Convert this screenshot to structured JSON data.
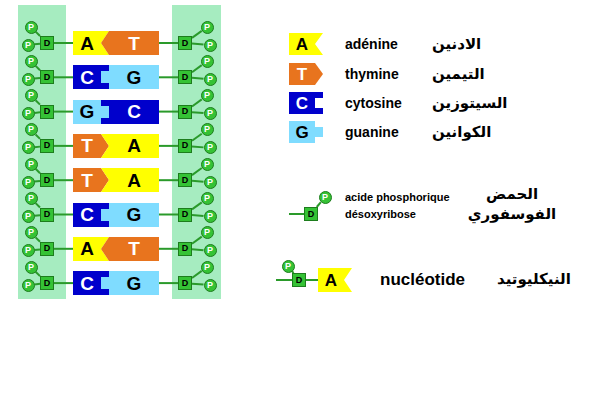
{
  "diagram": {
    "nodes": [
      {
        "text": [
          "P"
        ]
      },
      {
        "text": [
          "P"
        ]
      },
      {
        "text": [
          "D"
        ]
      },
      {
        "text": [
          "A"
        ]
      },
      {
        "text": [
          "T"
        ]
      },
      {
        "text": [
          "D"
        ]
      },
      {
        "text": [
          "P"
        ]
      },
      {
        "text": [
          "P"
        ]
      },
      {
        "text": [
          "P"
        ]
      },
      {
        "text": [
          "P"
        ]
      },
      {
        "text": [
          "D"
        ]
      },
      {
        "text": [
          "C"
        ]
      },
      {
        "text": [
          "G"
        ]
      },
      {
        "text": [
          "D"
        ]
      },
      {
        "text": [
          "P"
        ]
      },
      {
        "text": [
          "P"
        ]
      },
      {
        "text": [
          "P"
        ]
      },
      {
        "text": [
          "P"
        ]
      },
      {
        "text": [
          "D"
        ]
      },
      {
        "text": [
          "G"
        ]
      },
      {
        "text": [
          "C"
        ]
      },
      {
        "text": [
          "D"
        ]
      },
      {
        "text": [
          "P"
        ]
      },
      {
        "text": [
          "P"
        ]
      },
      {
        "text": [
          "P"
        ]
      },
      {
        "text": [
          "P"
        ]
      },
      {
        "text": [
          "D"
        ]
      },
      {
        "text": [
          "T"
        ]
      },
      {
        "text": [
          "A"
        ]
      },
      {
        "text": [
          "D"
        ]
      },
      {
        "text": [
          "P"
        ]
      },
      {
        "text": [
          "P"
        ]
      },
      {
        "text": [
          "P"
        ]
      },
      {
        "text": [
          "P"
        ]
      },
      {
        "text": [
          "D"
        ]
      },
      {
        "text": [
          "T"
        ]
      },
      {
        "text": [
          "A"
        ]
      },
      {
        "text": [
          "D"
        ]
      },
      {
        "text": [
          "P"
        ]
      },
      {
        "text": [
          "P"
        ]
      },
      {
        "text": [
          "P"
        ]
      },
      {
        "text": [
          "P"
        ]
      },
      {
        "text": [
          "D"
        ]
      },
      {
        "text": [
          "C"
        ]
      },
      {
        "text": [
          "G"
        ]
      },
      {
        "text": [
          "D"
        ]
      },
      {
        "text": [
          "P"
        ]
      },
      {
        "text": [
          "P"
        ]
      },
      {
        "text": [
          "P"
        ]
      },
      {
        "text": [
          "P"
        ]
      },
      {
        "text": [
          "D"
        ]
      },
      {
        "text": [
          "A"
        ]
      },
      {
        "text": [
          "T"
        ]
      },
      {
        "text": [
          "D"
        ]
      },
      {
        "text": [
          "P"
        ]
      },
      {
        "text": [
          "P"
        ]
      },
      {
        "text": [
          "P"
        ]
      },
      {
        "text": [
          "P"
        ]
      },
      {
        "text": [
          "D"
        ]
      },
      {
        "text": [
          "C"
        ]
      },
      {
        "text": [
          "G"
        ]
      },
      {
        "text": [
          "D"
        ]
      },
      {
        "text": [
          "P"
        ]
      },
      {
        "text": [
          "P"
        ]
      },
      {
        "text": [
          "A",
          "adénine",
          "الادنين"
        ]
      },
      {
        "text": [
          "T",
          "thymine",
          "التيمين"
        ]
      },
      {
        "text": [
          "C",
          "cytosine",
          "السيتوزين"
        ]
      },
      {
        "text": [
          "G",
          "guanine",
          "الكوانين"
        ]
      },
      {
        "text": [
          "P",
          "acide phosphorique"
        ]
      },
      {
        "text": [
          "D",
          "désoxyribose"
        ]
      },
      {
        "text": [
          "P"
        ]
      },
      {
        "text": [
          "D"
        ]
      },
      {
        "text": [
          "A"
        ]
      }
    ],
    "edges": [
      {
        "from": 0,
        "to": 2,
        "arrow": "none"
      },
      {
        "from": 1,
        "to": 2,
        "arrow": "none"
      },
      {
        "from": 2,
        "to": 3,
        "arrow": "none"
      },
      {
        "from": 5,
        "to": 4,
        "arrow": "none"
      },
      {
        "from": 6,
        "to": 5,
        "arrow": "none"
      },
      {
        "from": 7,
        "to": 5,
        "arrow": "none"
      },
      {
        "from": 8,
        "to": 10,
        "arrow": "none"
      },
      {
        "from": 9,
        "to": 10,
        "arrow": "none"
      },
      {
        "from": 10,
        "to": 11,
        "arrow": "none"
      },
      {
        "from": 13,
        "to": 12,
        "arrow": "none"
      },
      {
        "from": 14,
        "to": 13,
        "arrow": "none"
      },
      {
        "from": 15,
        "to": 13,
        "arrow": "none"
      },
      {
        "from": 16,
        "to": 18,
        "arrow": "none"
      },
      {
        "from": 17,
        "to": 18,
        "arrow": "none"
      },
      {
        "from": 18,
        "to": 19,
        "arrow": "none"
      },
      {
        "from": 21,
        "to": 20,
        "arrow": "none"
      },
      {
        "from": 22,
        "to": 21,
        "arrow": "none"
      },
      {
        "from": 23,
        "to": 21,
        "arrow": "none"
      },
      {
        "from": 24,
        "to": 26,
        "arrow": "none"
      },
      {
        "from": 25,
        "to": 26,
        "arrow": "none"
      },
      {
        "from": 26,
        "to": 27,
        "arrow": "none"
      },
      {
        "from": 29,
        "to": 28,
        "arrow": "none"
      },
      {
        "from": 30,
        "to": 29,
        "arrow": "none"
      },
      {
        "from": 31,
        "to": 29,
        "arrow": "none"
      },
      {
        "from": 32,
        "to": 34,
        "arrow": "none"
      },
      {
        "from": 33,
        "to": 34,
        "arrow": "none"
      },
      {
        "from": 34,
        "to": 35,
        "arrow": "none"
      },
      {
        "from": 37,
        "to": 36,
        "arrow": "none"
      },
      {
        "from": 38,
        "to": 37,
        "arrow": "none"
      },
      {
        "from": 39,
        "to": 37,
        "arrow": "none"
      },
      {
        "from": 40,
        "to": 42,
        "arrow": "none"
      },
      {
        "from": 41,
        "to": 42,
        "arrow": "none"
      },
      {
        "from": 42,
        "to": 43,
        "arrow": "none"
      },
      {
        "from": 45,
        "to": 44,
        "arrow": "none"
      },
      {
        "from": 46,
        "to": 45,
        "arrow": "none"
      },
      {
        "from": 47,
        "to": 45,
        "arrow": "none"
      },
      {
        "from": 48,
        "to": 50,
        "arrow": "none"
      },
      {
        "from": 49,
        "to": 50,
        "arrow": "none"
      },
      {
        "from": 50,
        "to": 51,
        "arrow": "none"
      },
      {
        "from": 53,
        "to": 52,
        "arrow": "none"
      },
      {
        "from": 54,
        "to": 53,
        "arrow": "none"
      },
      {
        "from": 55,
        "to": 53,
        "arrow": "none"
      },
      {
        "from": 56,
        "to": 58,
        "arrow": "none"
      },
      {
        "from": 57,
        "to": 58,
        "arrow": "none"
      },
      {
        "from": 58,
        "to": 59,
        "arrow": "none"
      },
      {
        "from": 61,
        "to": 60,
        "arrow": "none"
      },
      {
        "from": 62,
        "to": 61,
        "arrow": "none"
      },
      {
        "from": 63,
        "to": 61,
        "arrow": "none"
      },
      {
        "from": 68,
        "to": 69,
        "arrow": "none"
      },
      {
        "from": 70,
        "to": 71,
        "arrow": "none"
      },
      {
        "from": 71,
        "to": 72,
        "arrow": "none"
      }
    ],
    "labels": [
      "الحمض الفوسفوري",
      "nucléotide",
      "النيكليوتيد"
    ]
  }
}
